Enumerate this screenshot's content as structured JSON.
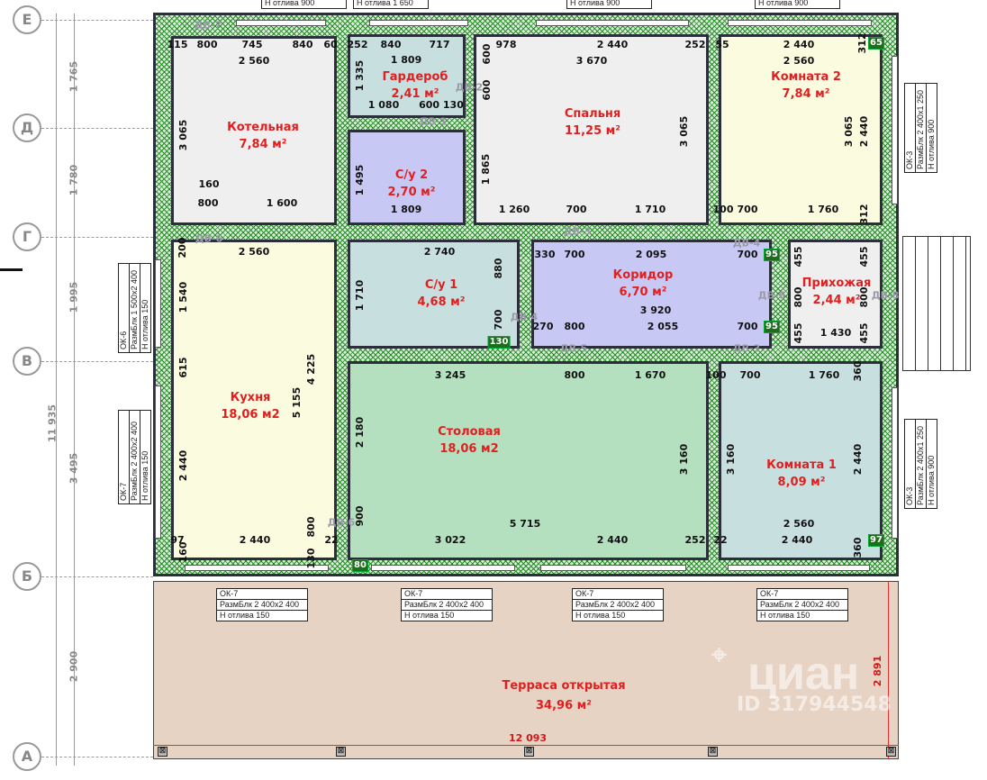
{
  "axes": [
    "Е",
    "Д",
    "Г",
    "В",
    "Б",
    "А"
  ],
  "axis_dims": [
    "1 765",
    "1 780",
    "1 995",
    "3 495",
    "2 900",
    "11 935"
  ],
  "rooms": {
    "kotelnaya": {
      "name": "Котельная",
      "area": "7,84 м²"
    },
    "garderob": {
      "name": "Гардероб",
      "area": "2,41 м²"
    },
    "su2": {
      "name": "С/у 2",
      "area": "2,70 м²"
    },
    "spalnya": {
      "name": "Спальня",
      "area": "11,25 м²"
    },
    "komnata2": {
      "name": "Комната 2",
      "area": "7,84 м²"
    },
    "kuhnya": {
      "name": "Кухня",
      "area": "18,06 м2"
    },
    "su1": {
      "name": "С/у 1",
      "area": "4,68 м²"
    },
    "koridor": {
      "name": "Коридор",
      "area": "6,70 м²"
    },
    "prihozhaya": {
      "name": "Прихожая",
      "area": "2,44 м²"
    },
    "stolovaya": {
      "name": "Столовая",
      "area": "18,06 м2"
    },
    "komnata1": {
      "name": "Комната 1",
      "area": "8,09 м²"
    },
    "terrasa": {
      "name": "Терраса открытая",
      "area": "34,96 м²"
    }
  },
  "doors": [
    "ДВ-7",
    "ДВ-2",
    "ДВ-1",
    "ДВ-6",
    "ДВ-3",
    "ДВ-4",
    "ДВ-4",
    "ДВ-6",
    "ДВ-8",
    "ДВ-5",
    "ДВ-3",
    "ДВ-6"
  ],
  "dims": [
    "115",
    "800",
    "745",
    "840",
    "60",
    "252",
    "840",
    "717",
    "978",
    "2 440",
    "252",
    "55",
    "2 440",
    "312",
    "2 560",
    "1 809",
    "3 670",
    "2 560",
    "600",
    "600",
    "1 335",
    "3 065",
    "1 865",
    "3 065",
    "3 065",
    "2 440",
    "1 495",
    "1 080",
    "600 130",
    "160",
    "800",
    "1 600",
    "1 809",
    "1 260",
    "700",
    "1 710",
    "100",
    "700",
    "1 760",
    "312",
    "2 560",
    "2 740",
    "330",
    "700",
    "2 095",
    "700",
    "455",
    "455",
    "200",
    "1 710",
    "880",
    "700",
    "1 540",
    "615",
    "2 440",
    "5 155",
    "4 225",
    "3 920",
    "270",
    "800",
    "2 055",
    "700",
    "800",
    "800",
    "455",
    "1 430",
    "455",
    "3 245",
    "800",
    "1 670",
    "100",
    "700",
    "1 760",
    "360",
    "2 180",
    "3 160",
    "3 160",
    "2 440",
    "900",
    "5 715",
    "3 022",
    "2 440",
    "252",
    "22",
    "2 440",
    "2 560",
    "360",
    "97",
    "2 440",
    "22",
    "800",
    "160",
    "130"
  ],
  "badges": [
    "65",
    "95",
    "130",
    "95",
    "97",
    "80"
  ],
  "terrace_dims": {
    "width": "12 093",
    "depth": "2 891"
  },
  "top_tags": [
    "Н отлива  900",
    "Н отлива  1 650",
    "Н отлива  900",
    "Н отлива  900"
  ],
  "side_tags": [
    {
      "name": "ОК-6",
      "size": "РазмБлк  1 500х2 400",
      "sill": "Н отлива  150"
    },
    {
      "name": "ОК-7",
      "size": "РазмБлк  2 400х2 400",
      "sill": "Н отлива  150"
    },
    {
      "name": "ОК-3",
      "size": "РазмБлк  2 400х1 250",
      "sill": "Н отлива  900"
    },
    {
      "name": "ОК-3",
      "size": "РазмБлк  2 400х1 250",
      "sill": "Н отлива  900"
    }
  ],
  "bottom_tags": [
    {
      "name": "ОК-7",
      "size": "РазмБлк  2 400х2 400",
      "sill": "Н отлива  150"
    },
    {
      "name": "ОК-7",
      "size": "РазмБлк  2 400х2 400",
      "sill": "Н отлива  150"
    },
    {
      "name": "ОК-7",
      "size": "РазмБлк  2 400х2 400",
      "sill": "Н отлива  150"
    },
    {
      "name": "ОК-7",
      "size": "РазмБлк  2 400х2 400",
      "sill": "Н отлива  150"
    }
  ],
  "watermark": {
    "brand": "циан",
    "id": "ID 317944548"
  },
  "colors": {
    "label": "#e02020",
    "wall": "#2a8a2a",
    "terrace": "#e7d3c3"
  }
}
